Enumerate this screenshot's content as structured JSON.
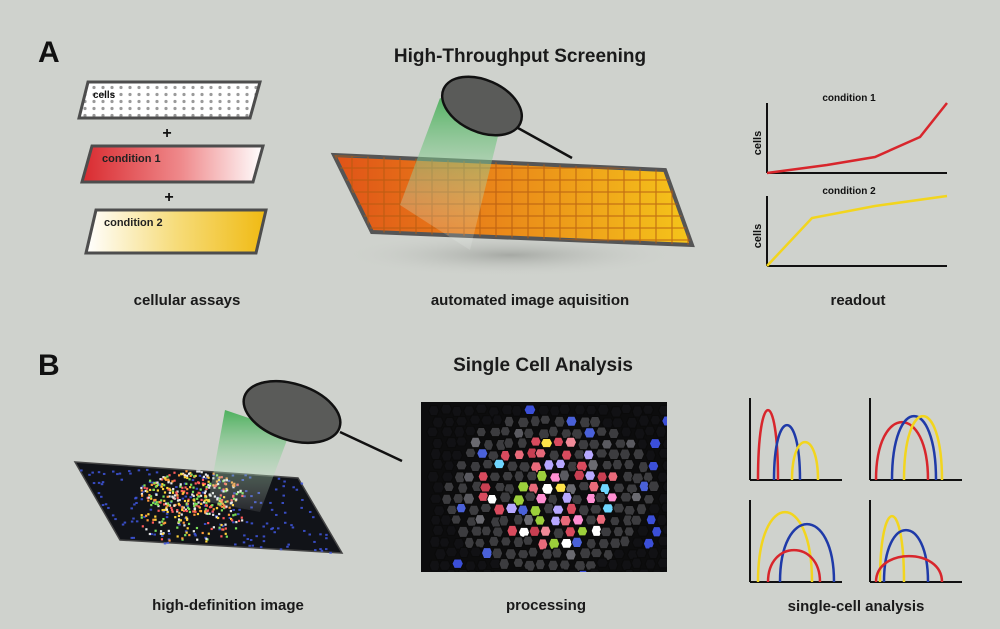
{
  "panel_a": {
    "letter": "A",
    "title": "High-Throughput Screening",
    "plates": {
      "cells": "cells",
      "plus_1": "+",
      "condition_1": "condition 1",
      "plus_2": "+",
      "condition_2": "condition 2"
    },
    "captions": {
      "left": "cellular assays",
      "middle": "automated image aquisition",
      "right": "readout"
    },
    "readout_charts": [
      {
        "title": "condition 1",
        "ylabel": "cells",
        "color": "#d8262c"
      },
      {
        "title": "condition 2",
        "ylabel": "cells",
        "color": "#f2d51e"
      }
    ]
  },
  "panel_b": {
    "letter": "B",
    "title": "Single Cell Analysis",
    "captions": {
      "left": "high-definition image",
      "middle": "processing",
      "right": "single-cell analysis"
    }
  },
  "colors": {
    "background": "#cfd2cd",
    "red": "#d8262c",
    "blue": "#1f3aa8",
    "yellow": "#f2d51e",
    "plate_orange": "#e8801a",
    "lens_grey": "#5a5b59",
    "beam_green": "#3fb24a"
  },
  "icons": [
    "microscope-lens-icon"
  ]
}
